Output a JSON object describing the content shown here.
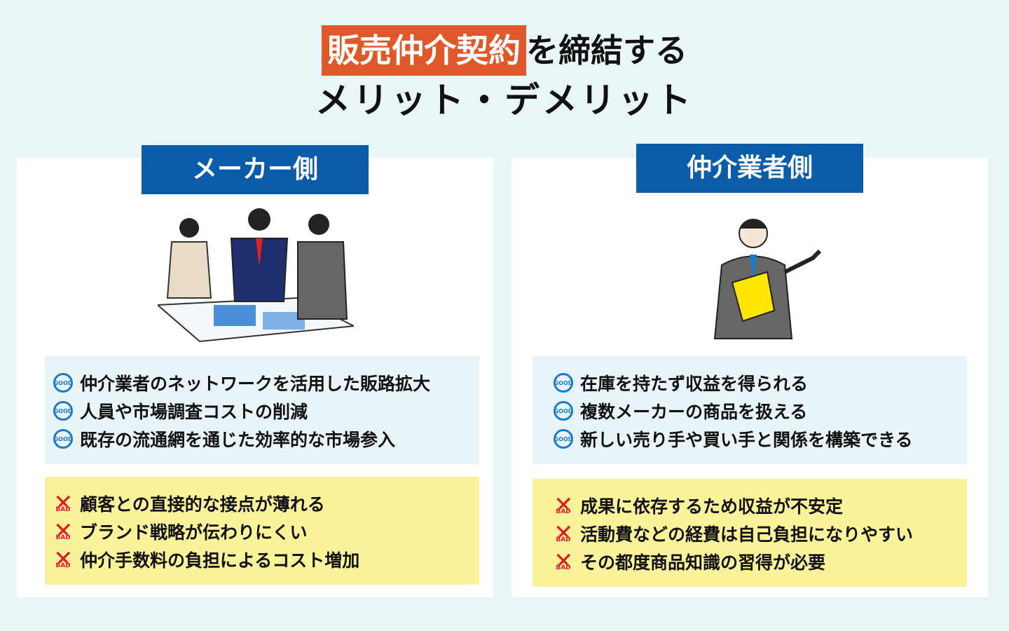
{
  "title": {
    "highlight": "販売仲介契約",
    "rest": "を締結する",
    "line2": "メリット・デメリット"
  },
  "left": {
    "header": "メーカー側",
    "merits": [
      "仲介業者のネットワークを活用した販路拡大",
      "人員や市場調査コストの削減",
      "既存の流通網を通じた効率的な市場参入"
    ],
    "demerits": [
      "顧客との直接的な接点が薄れる",
      "ブランド戦略が伝わりにくい",
      "仲介手数料の負担によるコスト増加"
    ]
  },
  "right": {
    "header": "仲介業者側",
    "merits": [
      "在庫を持たず収益を得られる",
      "複数メーカーの商品を扱える",
      "新しい売り手や買い手と関係を構築できる"
    ],
    "demerits": [
      "成果に依存するため収益が不安定",
      "活動費などの経費は自己負担になりやすい",
      "その都度商品知識の習得が必要"
    ]
  },
  "icons": {
    "good": "GOOD",
    "bad": "BAD"
  },
  "colors": {
    "accent": "#e0582a",
    "header": "#0a5ca8",
    "good_bg": "#e8f4f8",
    "bad_bg": "#fbf39a"
  }
}
